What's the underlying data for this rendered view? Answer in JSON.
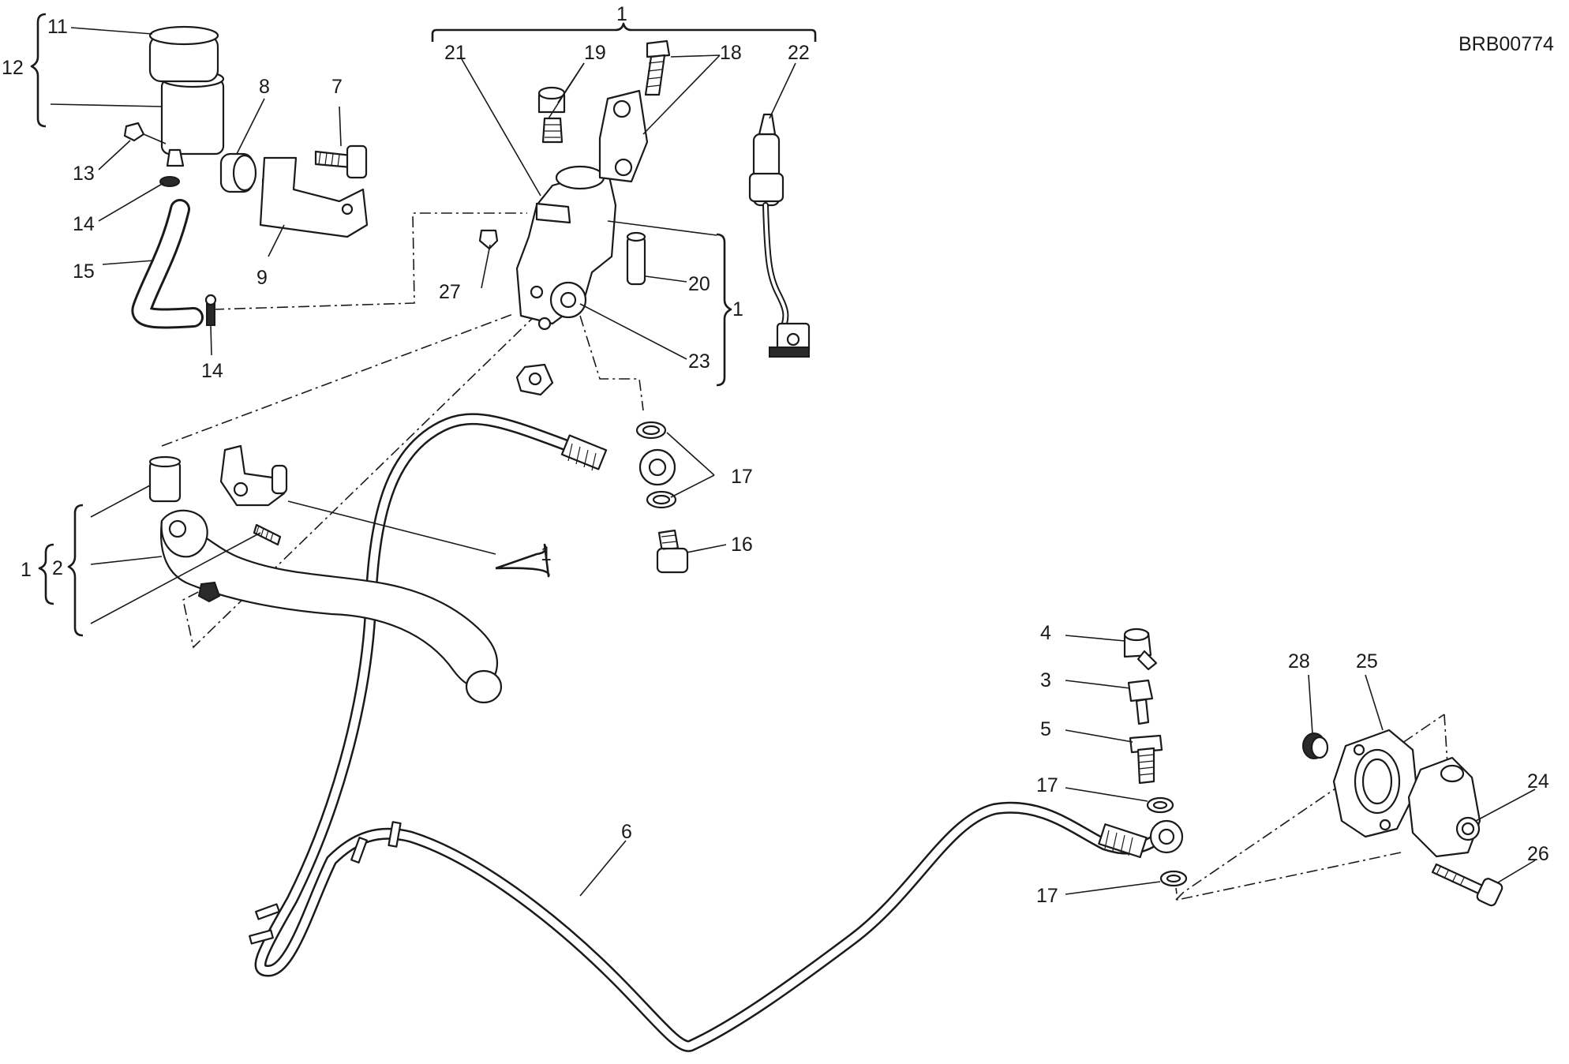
{
  "figure": {
    "code": "BRB00774"
  },
  "callouts": {
    "c1_top": "1",
    "c1_right": "1",
    "c1_mid": "1",
    "c1_left": "1",
    "c2": "2",
    "c3": "3",
    "c4": "4",
    "c5": "5",
    "c6": "6",
    "c7": "7",
    "c8": "8",
    "c9": "9",
    "c11": "11",
    "c12": "12",
    "c13": "13",
    "c14_top": "14",
    "c14_bottom": "14",
    "c15": "15",
    "c16": "16",
    "c17_upper": "17",
    "c17_mid": "17",
    "c17_lower": "17",
    "c18": "18",
    "c19": "19",
    "c20": "20",
    "c21": "21",
    "c22": "22",
    "c23": "23",
    "c24": "24",
    "c25": "25",
    "c26": "26",
    "c27": "27",
    "c28": "28"
  }
}
